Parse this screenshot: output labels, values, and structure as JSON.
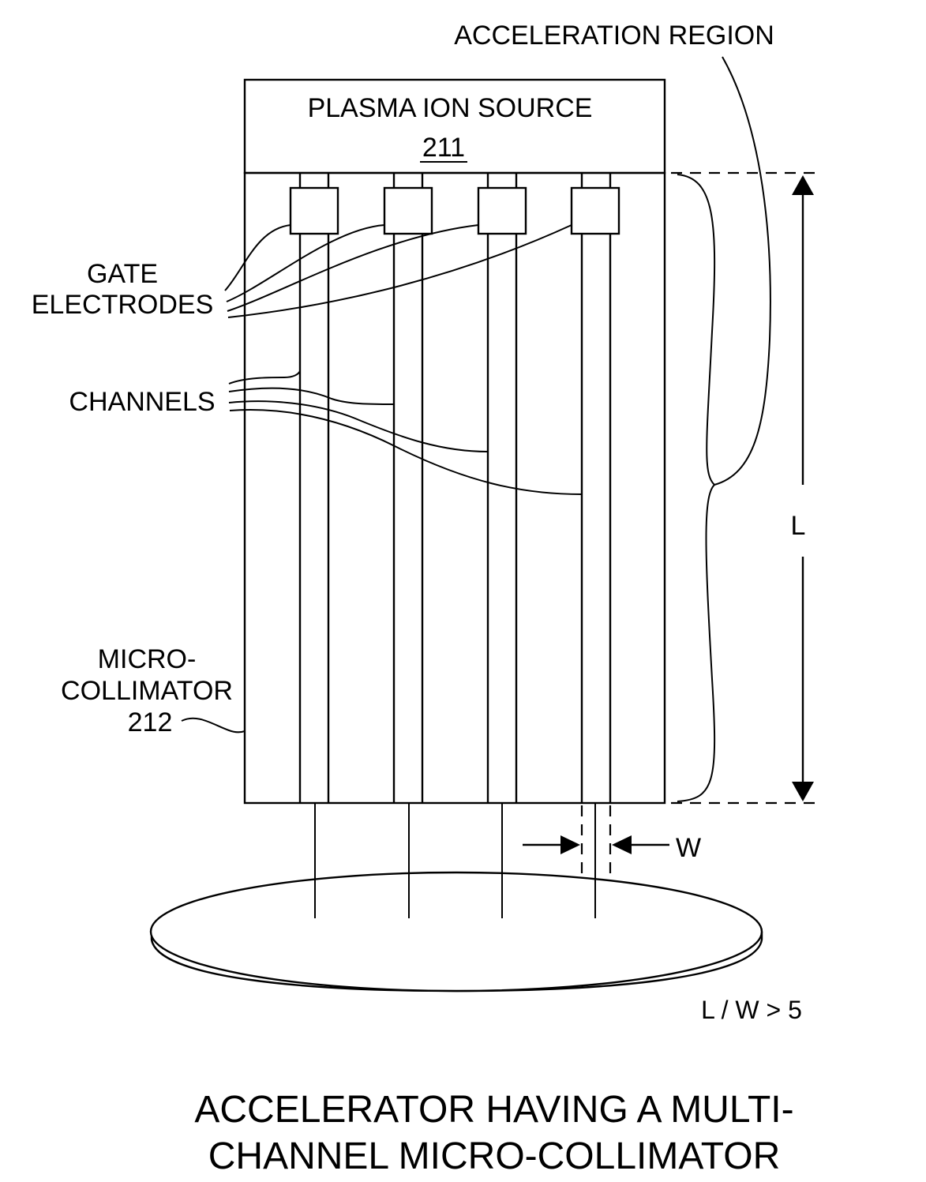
{
  "labels": {
    "acceleration_region": "ACCELERATION REGION",
    "plasma_ion_source": "PLASMA  ION SOURCE",
    "plasma_ref": "211",
    "gate_line1": "GATE",
    "gate_line2": "ELECTRODES",
    "channels": "CHANNELS",
    "micro_line1": "MICRO-",
    "micro_line2": "COLLIMATOR",
    "micro_ref": "212",
    "length": "L",
    "width": "W",
    "ratio": "L / W  > 5"
  },
  "title": {
    "line1": "ACCELERATOR HAVING A MULTI-",
    "line2": "CHANNEL MICRO-COLLIMATOR"
  }
}
